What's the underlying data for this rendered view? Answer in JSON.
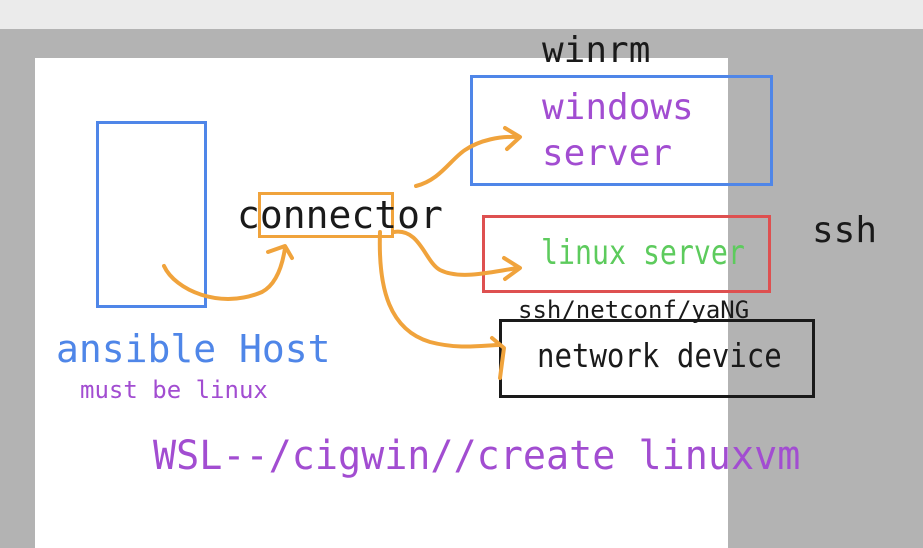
{
  "colors": {
    "blue": "#4f86e8",
    "purple": "#a24dd1",
    "orange": "#f0a33c",
    "red": "#de5050",
    "green": "#5dcb5d",
    "black": "#1a1a1a"
  },
  "labels": {
    "winrm": "winrm",
    "windows_server_line1": "windows",
    "windows_server_line2": "server",
    "connector": "connector",
    "linux_server": "linux server",
    "ssh": "ssh",
    "ssh_netconf": "ssh/netconf/yaNG",
    "network_device": "network device",
    "ansible_host": "ansible Host",
    "must_be_linux": "must be linux",
    "wsl_note": "WSL--/cigwin//create linuxvm"
  }
}
